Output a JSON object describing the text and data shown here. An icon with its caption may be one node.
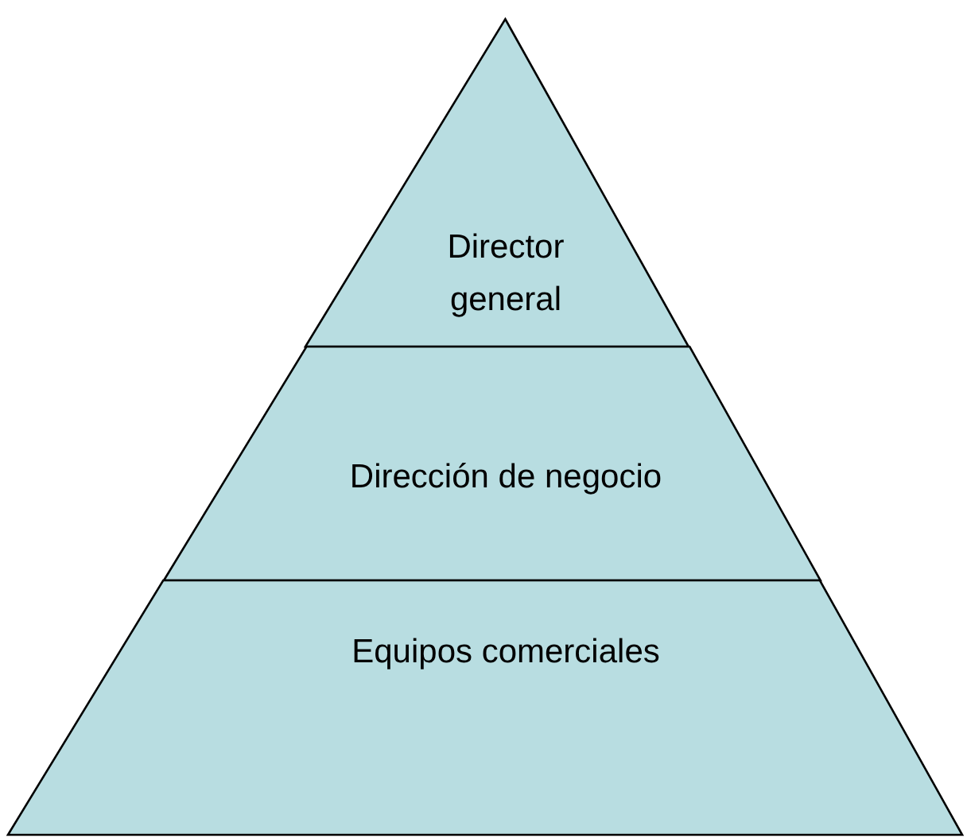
{
  "diagram": {
    "nodes": [
      {
        "text": [
          "Director general"
        ]
      },
      {
        "text": [
          "Dirección de negocio"
        ]
      },
      {
        "text": [
          "Equipos comerciales"
        ]
      }
    ]
  }
}
